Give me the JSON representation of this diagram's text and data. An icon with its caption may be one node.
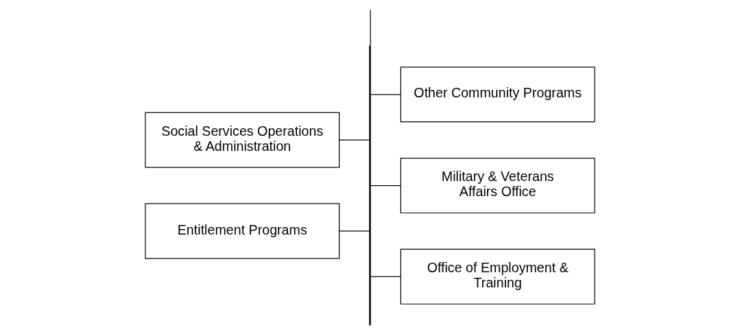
{
  "diagram": {
    "nodes": [
      {
        "text": [
          "Social Services Operations & Administration"
        ]
      },
      {
        "text": [
          "Other Community Programs"
        ]
      },
      {
        "text": [
          "Entitlement Programs"
        ]
      },
      {
        "text": [
          "Military & Veterans Affairs Office"
        ]
      },
      {
        "text": [
          "Office of Employment & Training"
        ]
      },
      {
        "text": [],
        "shape": "bar"
      }
    ],
    "edges": [
      {
        "from": null,
        "to": 5,
        "arrow": "none"
      },
      {
        "from": 5,
        "to": 0,
        "arrow": "none"
      },
      {
        "from": 5,
        "to": 1,
        "arrow": "none"
      },
      {
        "from": 5,
        "to": 2,
        "arrow": "none"
      },
      {
        "from": 5,
        "to": 3,
        "arrow": "none"
      },
      {
        "from": 5,
        "to": 4,
        "arrow": "none"
      }
    ]
  }
}
